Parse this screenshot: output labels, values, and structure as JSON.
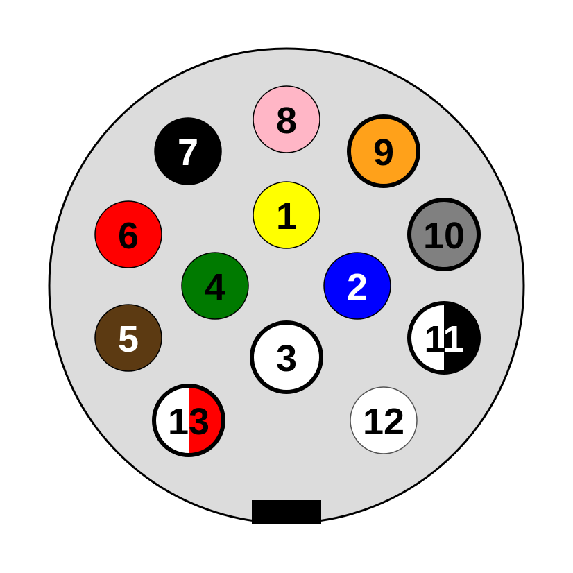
{
  "connector": {
    "body_color": "#dcdcdc",
    "outline_color": "#000000",
    "key_color": "#000000"
  },
  "pins": [
    {
      "id": "pin-1",
      "label": "1",
      "fill": "#ffff00",
      "text_color": "#000000",
      "ring": "#000000",
      "split": null
    },
    {
      "id": "pin-2",
      "label": "2",
      "fill": "#0000ff",
      "text_color": "#ffffff",
      "ring": "#000000",
      "split": null
    },
    {
      "id": "pin-3",
      "label": "3",
      "fill": "#ffffff",
      "text_color": "#000000",
      "ring": "#000000",
      "split": null
    },
    {
      "id": "pin-4",
      "label": "4",
      "fill": "#007a00",
      "text_color": "#000000",
      "ring": "#000000",
      "split": null
    },
    {
      "id": "pin-5",
      "label": "5",
      "fill": "#5c3a12",
      "text_color": "#ffffff",
      "ring": "#000000",
      "split": null
    },
    {
      "id": "pin-6",
      "label": "6",
      "fill": "#ff0000",
      "text_color": "#000000",
      "ring": "#000000",
      "split": null
    },
    {
      "id": "pin-7",
      "label": "7",
      "fill": "#000000",
      "text_color": "#ffffff",
      "ring": "#000000",
      "split": null
    },
    {
      "id": "pin-8",
      "label": "8",
      "fill": "#ffb6c6",
      "text_color": "#000000",
      "ring": "#000000",
      "split": null
    },
    {
      "id": "pin-9",
      "label": "9",
      "fill": "#ffa11a",
      "text_color": "#000000",
      "ring": "#000000",
      "split": null
    },
    {
      "id": "pin-10",
      "label": "10",
      "fill": "#808080",
      "text_color": "#000000",
      "ring": "#000000",
      "split": null
    },
    {
      "id": "pin-11",
      "label": "11",
      "fill": "#ffffff",
      "text_color": "#000000",
      "ring": "#000000",
      "split": {
        "left": "#ffffff",
        "right": "#000000",
        "text_left": "#000000",
        "text_right": "#ffffff"
      }
    },
    {
      "id": "pin-12",
      "label": "12",
      "fill": "#ffffff",
      "text_color": "#000000",
      "ring": "#555555",
      "split": null
    },
    {
      "id": "pin-13",
      "label": "13",
      "fill": "#ffffff",
      "text_color": "#000000",
      "ring": "#000000",
      "split": {
        "left": "#ffffff",
        "right": "#ff0000",
        "text_left": "#000000",
        "text_right": "#000000"
      }
    }
  ]
}
